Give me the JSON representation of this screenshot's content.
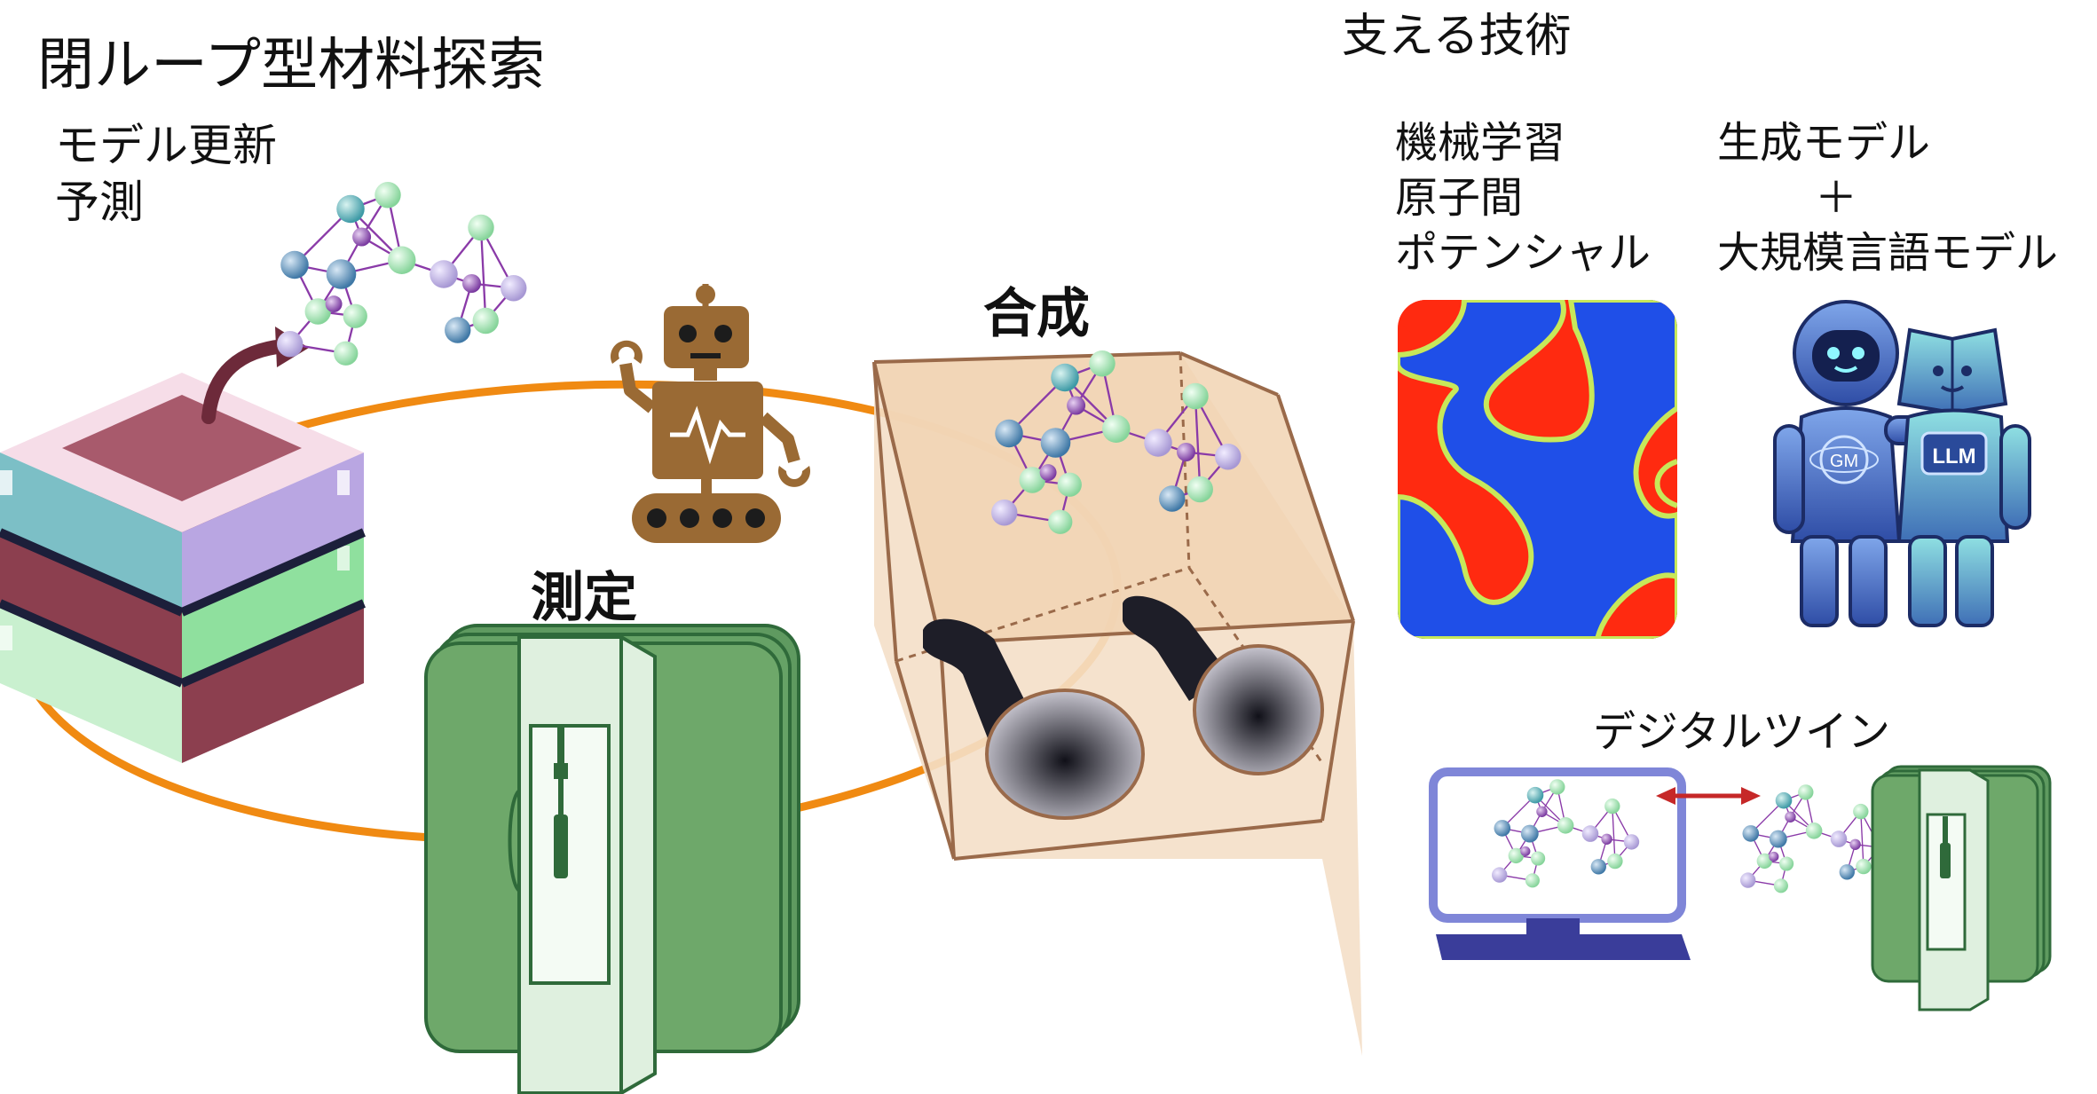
{
  "title": "閉ループ型材料探索",
  "model_update": {
    "line1": "モデル更新",
    "line2": "予測"
  },
  "synthesis": "合成",
  "measurement": "測定",
  "supporting_tech": {
    "heading": "支える技術",
    "mlip": {
      "line1": "機械学習",
      "line2": "原子間",
      "line3": "ポテンシャル"
    },
    "generative": {
      "line1": "生成モデル",
      "plus": "＋",
      "line2": "大規模言語モデル"
    },
    "digital_twin": "デジタルツイン",
    "astronaut_badge": "GM",
    "book_badge": "LLM"
  },
  "colors": {
    "loop": "#f08a12",
    "robot": "#9a6a34",
    "instrument": "#6ea86a",
    "instrument_dark": "#2f6a3a",
    "server_dark": "#8c3f4f",
    "glovebox_fill": "#f4dfc8",
    "glovebox_edge": "#9a6a4a",
    "field_red": "#ff2a10",
    "field_blue": "#1f4fe8",
    "arrow": "#c62828",
    "monitor": "#7f86d8"
  }
}
